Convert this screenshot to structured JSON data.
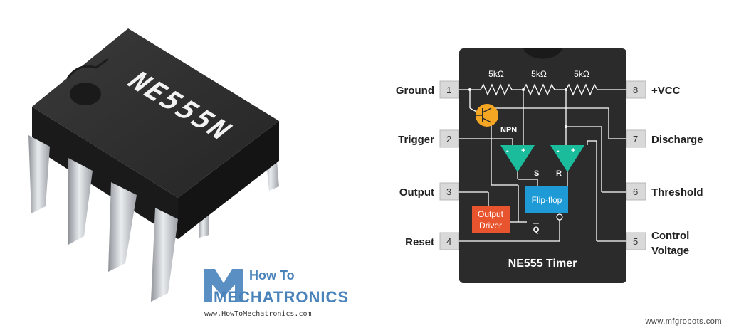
{
  "chip_marking": "NE555N",
  "logo": {
    "line1": "How To",
    "line2": "MECHATRONICS",
    "url": "www.HowToMechatronics.com"
  },
  "diagram": {
    "title": "NE555 Timer",
    "pins": [
      {
        "num": "1",
        "label": "Ground"
      },
      {
        "num": "2",
        "label": "Trigger"
      },
      {
        "num": "3",
        "label": "Output"
      },
      {
        "num": "4",
        "label": "Reset"
      },
      {
        "num": "8",
        "label": "+VCC"
      },
      {
        "num": "7",
        "label": "Discharge"
      },
      {
        "num": "6",
        "label": "Threshold"
      },
      {
        "num": "5",
        "label_line1": "Control",
        "label_line2": "Voltage"
      }
    ],
    "resistors": [
      "5kΩ",
      "5kΩ",
      "5kΩ"
    ],
    "transistor_label": "NPN",
    "comparator_signs": {
      "minus": "-",
      "plus": "+"
    },
    "flipflop_label": "Flip-flop",
    "flipflop_inputs": {
      "s": "S",
      "r": "R"
    },
    "flipflop_output": "Q",
    "output_driver_line1": "Output",
    "output_driver_line2": "Driver"
  },
  "watermark": "www.mfgrobots.com",
  "colors": {
    "chip_body": "#2b2b2b",
    "transistor": "#f5a623",
    "comparator": "#1abc9c",
    "flipflop": "#1e9bd7",
    "output_driver": "#e8542d"
  }
}
